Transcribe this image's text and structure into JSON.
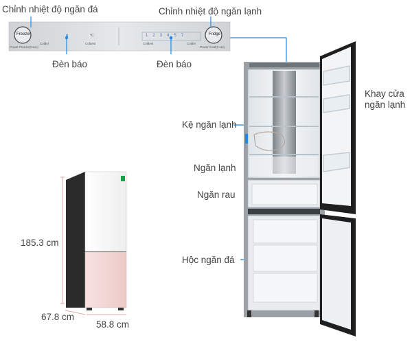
{
  "labels": {
    "freezer_temp_control": "Chỉnh nhiệt độ ngăn đá",
    "fridge_temp_control": "Chỉnh nhiệt độ ngăn lạnh",
    "indicator_light_left": "Đèn báo",
    "indicator_light_right": "Đèn báo",
    "door_shelf": "Khay cửa\nngăn lạnh",
    "fridge_shelf": "Kệ ngăn lạnh",
    "fridge_compartment": "Ngăn lạnh",
    "vegetable_drawer": "Ngăn rau",
    "freezer_drawer": "Hộc ngăn đá"
  },
  "dimensions": {
    "height": "185.3 cm",
    "depth": "67.8 cm",
    "width": "58.8 cm"
  },
  "panel": {
    "freezer_button": "Freezer",
    "freezer_sub": "Power Freeze(3 sec)",
    "fridge_button": "Fridge",
    "fridge_sub": "Power Cool(3 sec)",
    "colder_left": "Colder",
    "coldest_left": "Coldest",
    "coldest_right": "Coldest",
    "colder_right": "Colder",
    "digits": [
      "1",
      "2",
      "3",
      "4",
      "5",
      "7"
    ],
    "degree": "°C"
  },
  "colors": {
    "line": "#1e88e5",
    "dot": "#1e88e5",
    "panel": "#d7d9dc",
    "door_top": "#f4f4f4",
    "door_bottom": "#f3d9d9",
    "body_dark": "#2b2b2b"
  }
}
